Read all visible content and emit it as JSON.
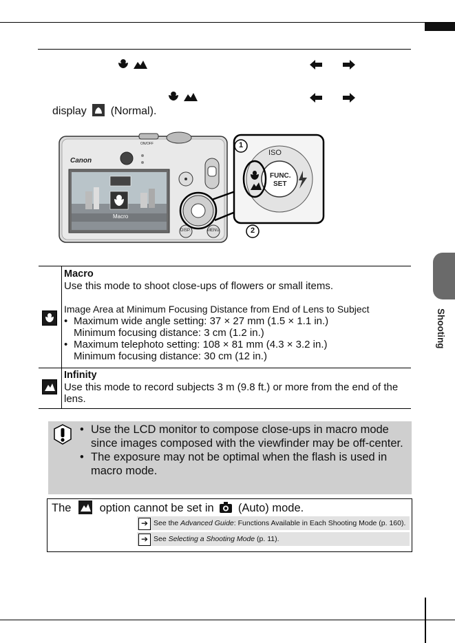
{
  "step": {
    "line3_prefix": "display",
    "line3_suffix": "(Normal)."
  },
  "figure": {
    "brand": "Canon",
    "lcd_label": "Macro",
    "callout_1": "1",
    "callout_2": "2",
    "func_label_1": "FUNC.",
    "func_label_2": "SET",
    "iso_label": "ISO",
    "disp_label": "DISP.",
    "menu_label": "MENU",
    "power_label": "ON/OFF"
  },
  "modes": [
    {
      "title": "Macro",
      "icon": "macro-flower-icon",
      "desc": "Use this mode to shoot close-ups of flowers or small items.",
      "subhead": "Image Area at Minimum Focusing Distance from End of Lens to Subject",
      "items": [
        {
          "line1": "Maximum wide angle setting: 37 × 27 mm (1.5 × 1.1 in.)",
          "line2": "Minimum focusing distance: 3 cm (1.2 in.)"
        },
        {
          "line1": "Maximum telephoto setting: 108 × 81 mm (4.3 × 3.2 in.)",
          "line2": "Minimum focusing distance: 30 cm (12 in.)"
        }
      ]
    },
    {
      "title": "Infinity",
      "icon": "infinity-mountain-icon",
      "desc": "Use this mode to record subjects 3 m (9.8 ft.) or more from the end of the lens."
    }
  ],
  "caution": {
    "icon": "caution-exclamation-icon",
    "bullets": [
      "Use the LCD monitor to compose close-ups in macro mode since images composed with the viewfinder may be off-center.",
      "The exposure may not be optimal when the flash is used in macro mode."
    ]
  },
  "note": {
    "prefix": "The",
    "middle": "option cannot be set in",
    "suffix": "(Auto) mode.",
    "ref1_before": "See the ",
    "ref1_italic": "Advanced Guide",
    "ref1_after": ": Functions Available in Each Shooting Mode (p. 160).",
    "ref2_before": "See ",
    "ref2_italic": "Selecting a Shooting Mode",
    "ref2_after": " (p. 11)."
  },
  "side_tab": {
    "label": "Shooting"
  },
  "colors": {
    "caution_bg": "#cfcfcf",
    "tab_bg": "#6a6a6a",
    "ref_bg": "#e2e2e2"
  }
}
